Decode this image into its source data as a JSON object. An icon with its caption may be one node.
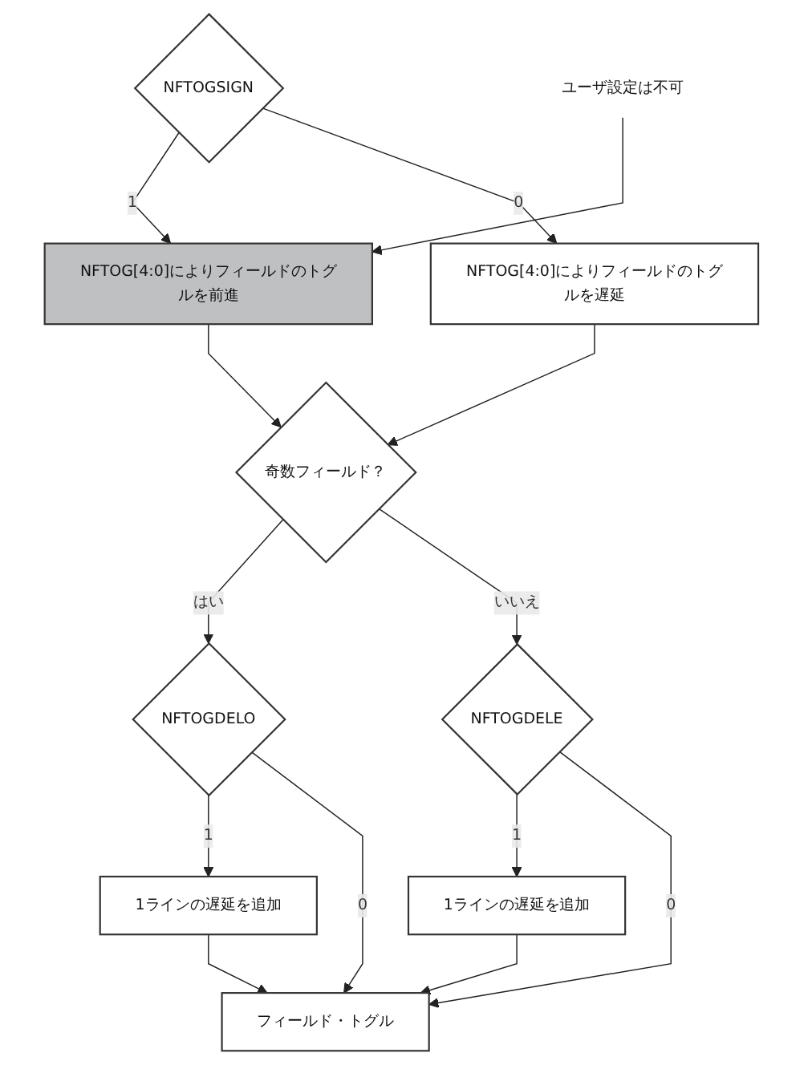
{
  "diagram": {
    "nodes": [
      {
        "text": [
          "NFTOGSIGN"
        ]
      },
      {
        "text": [
          "NFTOG[4:0]によりフィールドのトグルを前進"
        ]
      },
      {
        "text": [
          "NFTOG[4:0]によりフィールドのトグルを遅延"
        ]
      },
      {
        "text": [
          "奇数フィールド？"
        ]
      },
      {
        "text": [
          "NFTOGDELO"
        ]
      },
      {
        "text": [
          "NFTOGDELE"
        ]
      },
      {
        "text": [
          "1ラインの遅延を追加"
        ]
      },
      {
        "text": [
          "1ラインの遅延を追加"
        ]
      },
      {
        "text": [
          "フィールド・トグル"
        ]
      },
      {
        "text": [
          "ユーザ設定は不可"
        ]
      }
    ],
    "edges": [
      {
        "from": 0,
        "to": 1,
        "label": "1",
        "arrow": "to"
      },
      {
        "from": 0,
        "to": 2,
        "label": "0",
        "arrow": "to"
      },
      {
        "from": 1,
        "to": 3,
        "arrow": "to"
      },
      {
        "from": 2,
        "to": 3,
        "arrow": "to"
      },
      {
        "from": 3,
        "to": 4,
        "label": "はい",
        "arrow": "to"
      },
      {
        "from": 3,
        "to": 5,
        "label": "いいえ",
        "arrow": "to"
      },
      {
        "from": 4,
        "to": 6,
        "label": "1",
        "arrow": "to"
      },
      {
        "from": 4,
        "to": 8,
        "label": "0",
        "arrow": "to"
      },
      {
        "from": 5,
        "to": 7,
        "label": "1",
        "arrow": "to"
      },
      {
        "from": 5,
        "to": 8,
        "label": "0",
        "arrow": "to"
      },
      {
        "from": 6,
        "to": 8,
        "arrow": "to"
      },
      {
        "from": 7,
        "to": 8,
        "arrow": "to"
      },
      {
        "from": 9,
        "to": 1,
        "arrow": "to"
      }
    ]
  }
}
